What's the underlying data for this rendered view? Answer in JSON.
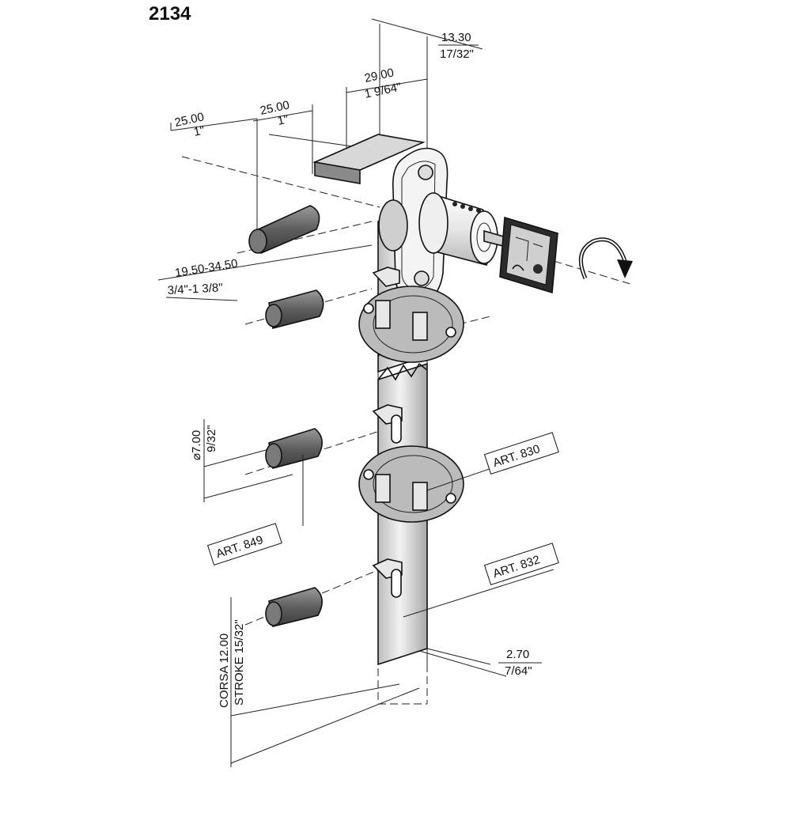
{
  "title": "2134",
  "dimensions": {
    "d1_mm": "25.00",
    "d1_in": "1\"",
    "d2_mm": "25.00",
    "d2_in": "1\"",
    "d3_mm": "29.00",
    "d3_in": "1 9/64\"",
    "d4_mm": "13.30",
    "d4_in": "17/32\"",
    "d5_mm": "19.50-34.50",
    "d5_in": "3/4\"-1 3/8\"",
    "d6_mm": "⌀7.00",
    "d6_in": "9/32\"",
    "d7_mm": "CORSA 12.00",
    "d7_in": "STROKE 15/32\"",
    "d8_mm": "2.70",
    "d8_in": "7/64\""
  },
  "labels": {
    "art_830": "ART. 830",
    "art_832": "ART. 832",
    "art_849": "ART. 849"
  },
  "icons": [
    "rotation-arrow-icon",
    "key-icon"
  ]
}
